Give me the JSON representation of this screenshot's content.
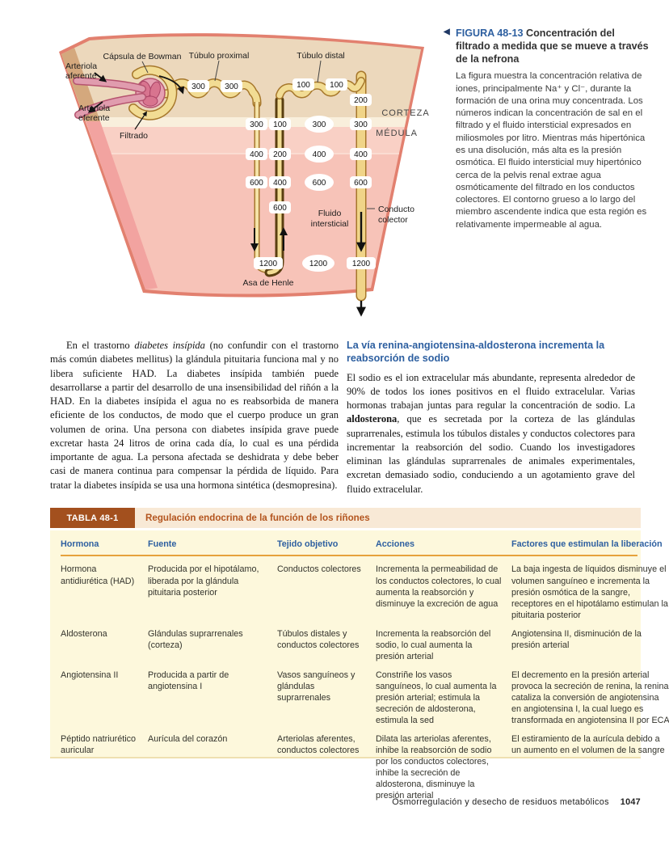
{
  "figure": {
    "marker": "◀",
    "label": "FIGURA 48-13",
    "title": "Concentración del filtrado a medida que se mueve a través de la nefrona",
    "caption": "La figura muestra la concentración relativa de iones, principalmente Na⁺ y Cl⁻, durante la formación de una orina muy concentrada. Los números indican la concentración de sal en el filtrado y el fluido intersticial expresados en miliosmoles por litro. Mientras más hipertónica es una disolución, más alta es la presión osmótica. El fluido intersticial muy hipertónico cerca de la pelvis renal extrae agua osmóticamente del filtrado en los conductos colectores. El contorno grueso a lo largo del miembro ascendente indica que esta región es relativamente impermeable al agua.",
    "diagram": {
      "labels": {
        "capsula": "Cápsula de Bowman",
        "tubulo_proximal": "Túbulo proximal",
        "tubulo_distal": "Túbulo distal",
        "arteriola_af_1": "Arteriola",
        "arteriola_af_2": "aferente",
        "arteriola_ef_1": "Arteriola",
        "arteriola_ef_2": "eferente",
        "filtrado": "Filtrado",
        "corteza": "CORTEZA",
        "medula": "MÉDULA",
        "fluido_1": "Fluido",
        "fluido_2": "intersticial",
        "conducto_1": "Conducto",
        "conducto_2": "colector",
        "asa": "Asa de Henle"
      },
      "values": {
        "proximal": [
          "300",
          "300"
        ],
        "distal": [
          "100",
          "100"
        ],
        "duct_top": "200",
        "descending": [
          "300",
          "400",
          "600"
        ],
        "ascending": [
          "100",
          "200",
          "400",
          "600"
        ],
        "interstitial": [
          "300",
          "400",
          "600",
          "1200"
        ],
        "duct": [
          "300",
          "400",
          "600",
          "1200"
        ],
        "loop_bottom": "1200"
      },
      "colors": {
        "rim": "#e2806f",
        "cortex": "#ecd8bc",
        "medulla": "#f8cabe",
        "tubule": "#f2dc94",
        "tubule_outline": "#a6772b",
        "glomerulus": "#e6a0b2"
      }
    }
  },
  "body": {
    "left": {
      "p_parts": [
        "En el trastorno ",
        "diabetes insípida",
        " (no confundir con el trastorno más común diabetes mellitus) la glándula pituitaria funciona mal y no libera suficiente HAD. La diabetes insípida también puede desarrollarse a partir del desarrollo de una insensibilidad del riñón a la HAD. En la diabetes insípida el agua no es reabsorbida de manera eficiente de los conductos, de modo que el cuerpo produce un gran volumen de orina. Una persona con diabetes insípida grave puede excretar hasta 24 litros de orina cada día, lo cual es una pérdida importante de agua. La persona afectada se deshidrata y debe beber casi de manera continua para compensar la pérdida de líquido. Para tratar la diabetes insípida se usa una hormona sintética (desmopresina)."
      ]
    },
    "right": {
      "heading": "La vía renina-angiotensina-aldosterona incrementa la reabsorción de sodio",
      "p_parts": [
        "El sodio es el ion extracelular más abundante, representa alrededor de 90% de todos los iones positivos en el fluido extracelular. Varias hormonas trabajan juntas para regular la concentración de sodio. La ",
        "aldosterona",
        ", que es secretada por la corteza de las glándulas suprarrenales, estimula los túbulos distales y conductos colectores para incrementar la reabsorción del sodio. Cuando los investigadores eliminan las glándulas suprarrenales de animales experimentales, excretan demasiado sodio, conduciendo a un agotamiento grave del fluido extracelular."
      ]
    }
  },
  "table": {
    "tag": "TABLA 48-1",
    "title": "Regulación endocrina de la función de los riñones",
    "headers": [
      "Hormona",
      "Fuente",
      "Tejido objetivo",
      "Acciones",
      "Factores que estimulan la liberación"
    ],
    "rows": [
      [
        "Hormona antidiurética (HAD)",
        "Producida por el hipotálamo, liberada por la glándula pituitaria posterior",
        "Conductos colectores",
        "Incrementa la permeabilidad de los conductos colectores, lo cual aumenta la reabsorción y disminuye la excreción de agua",
        "La baja ingesta de líquidos disminuye el volumen sanguíneo e incrementa la presión osmótica de la sangre, receptores en el hipotálamo estimulan la pituitaria posterior"
      ],
      [
        "Aldosterona",
        "Glándulas suprarrenales (corteza)",
        "Túbulos distales y conductos colectores",
        "Incrementa la reabsorción del sodio, lo cual aumenta la presión arterial",
        "Angiotensina II, disminución de la presión arterial"
      ],
      [
        "Angiotensina II",
        "Producida a partir de angiotensina I",
        "Vasos sanguíneos y glándulas suprarrenales",
        "Constriñe los vasos sanguíneos, lo cual aumenta la presión arterial; estimula la secreción de aldosterona, estimula la sed",
        "El decremento en la presión arterial provoca la secreción de renina, la renina cataliza la conversión de angiotensina en angiotensina I, la cual luego es transformada en angiotensina II por ECA"
      ],
      [
        "Péptido natriurético auricular",
        "Aurícula del corazón",
        "Arteriolas aferentes, conductos colectores",
        "Dilata las arteriolas aferentes, inhibe la reabsorción de sodio por los conductos colectores, inhibe la secreción de aldosterona, disminuye la presión arterial",
        "El estiramiento de la aurícula debido a un aumento en el volumen de la sangre"
      ]
    ]
  },
  "footer": {
    "text": "Osmorregulación y desecho de residuos metabólicos",
    "page": "1047"
  }
}
